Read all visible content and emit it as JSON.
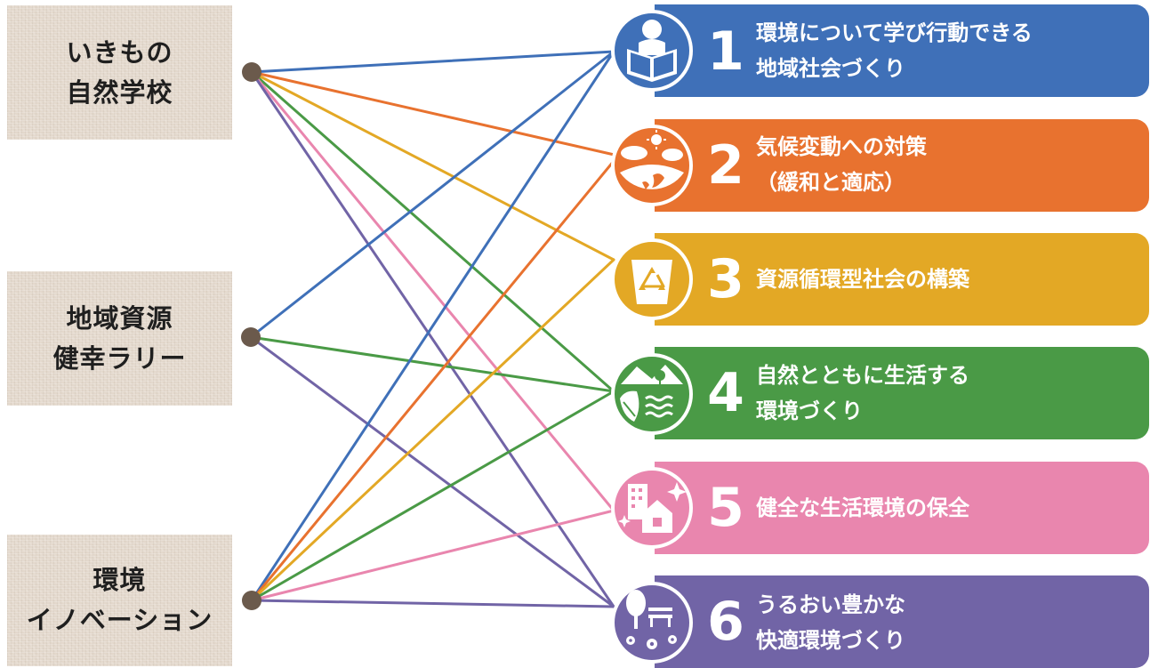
{
  "colors": {
    "goal1": "#3f70b8",
    "goal2": "#e8722f",
    "goal3": "#e3a825",
    "goal4": "#4a9a46",
    "goal5": "#e986ae",
    "goal6": "#7164a6",
    "node": "#6b5a4c"
  },
  "programs": [
    {
      "line1": "いきもの",
      "line2": "自然学校",
      "links": [
        1,
        2,
        3,
        4,
        5,
        6
      ]
    },
    {
      "line1": "地域資源",
      "line2": "健幸ラリー",
      "links": [
        1,
        4,
        6
      ]
    },
    {
      "line1": "環境",
      "line2": "イノベーション",
      "links": [
        1,
        2,
        3,
        4,
        5,
        6
      ]
    }
  ],
  "goals": [
    {
      "number": "1",
      "line1": "環境について学び行動できる",
      "line2": "地域社会づくり",
      "icon": "person-reading-book-icon"
    },
    {
      "number": "2",
      "line1": "気候変動への対策",
      "line2": "（緩和と適応）",
      "icon": "climate-earth-sun-icon"
    },
    {
      "number": "3",
      "line1": "資源循環型社会の構築",
      "line2": "",
      "icon": "recycle-bin-icon"
    },
    {
      "number": "4",
      "line1": "自然とともに生活する",
      "line2": "環境づくり",
      "icon": "nature-leaf-water-icon"
    },
    {
      "number": "5",
      "line1": "健全な生活環境の保全",
      "line2": "",
      "icon": "city-house-sparkle-icon"
    },
    {
      "number": "6",
      "line1": "うるおい豊かな",
      "line2": "快適環境づくり",
      "icon": "tree-bench-flowers-icon"
    }
  ]
}
